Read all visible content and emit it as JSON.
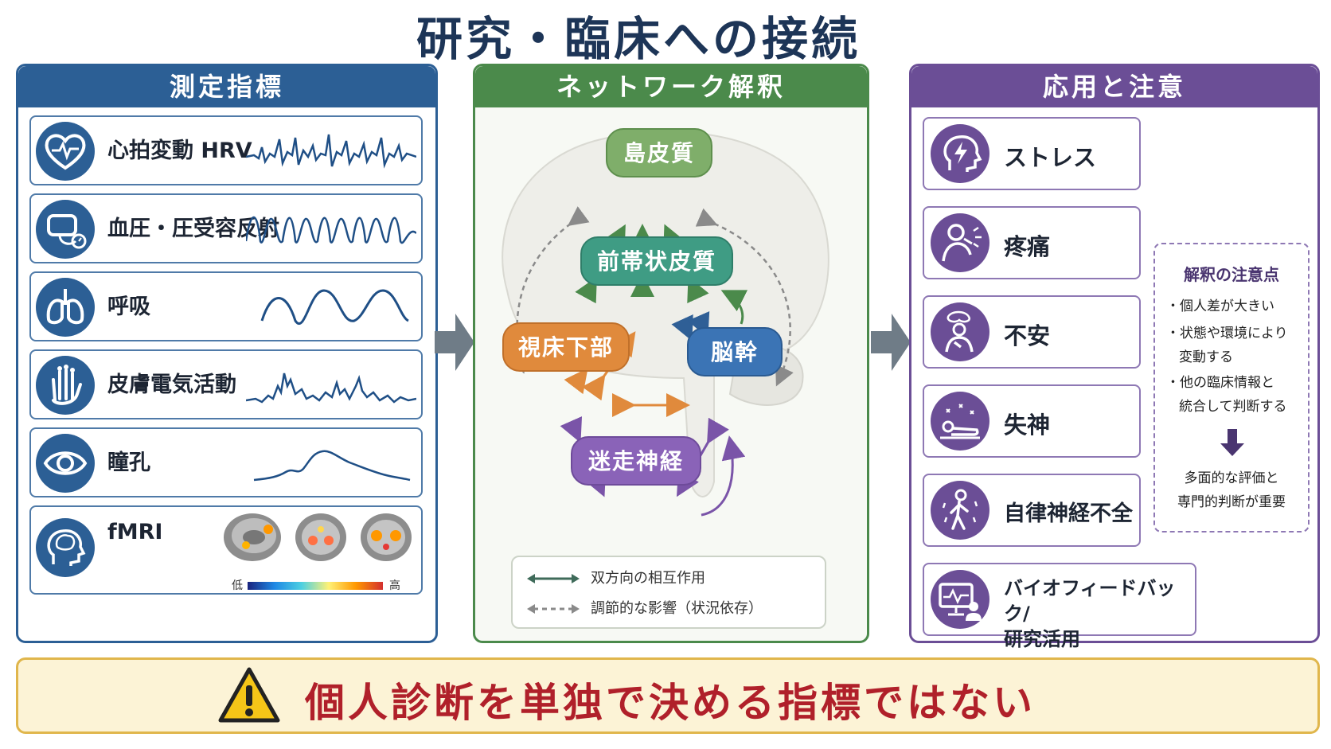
{
  "title": "研究・臨床への接続",
  "left_panel": {
    "header": "測定指標",
    "items": [
      {
        "label": "心拍変動 HRV",
        "icon": "heart-pulse-icon"
      },
      {
        "label": "血圧・圧受容反射",
        "icon": "blood-pressure-cuff-icon"
      },
      {
        "label": "呼吸",
        "icon": "lungs-icon"
      },
      {
        "label": "皮膚電気活動",
        "icon": "hand-electrodes-icon"
      },
      {
        "label": "瞳孔",
        "icon": "eye-icon"
      },
      {
        "label": "fMRI",
        "icon": "head-brain-icon"
      }
    ],
    "colorbar": {
      "low": "低",
      "high": "高"
    }
  },
  "middle_panel": {
    "header": "ネットワーク解釈",
    "nodes": {
      "insula": "島皮質",
      "acc": "前帯状皮質",
      "hypothalamus": "視床下部",
      "brainstem": "脳幹",
      "vagus": "迷走神経"
    },
    "legend": {
      "bidirectional": "双方向の相互作用",
      "modulatory": "調節的な影響（状況依存）"
    }
  },
  "right_panel": {
    "header": "応用と注意",
    "items": [
      {
        "label": "ストレス",
        "icon": "stress-head-icon"
      },
      {
        "label": "疼痛",
        "icon": "pain-neck-icon"
      },
      {
        "label": "不安",
        "icon": "anxiety-person-icon"
      },
      {
        "label": "失神",
        "icon": "fainting-person-icon"
      },
      {
        "label": "自律神経不全",
        "icon": "dizzy-person-icon"
      }
    ],
    "biofeedback": {
      "line1": "バイオフィードバック/",
      "line2": "研究活用",
      "icon": "monitor-user-icon"
    },
    "caution": {
      "title": "解釈の注意点",
      "bullet1": "・個人差が大きい",
      "bullet2a": "・状態や環境により",
      "bullet2b": "変動する",
      "bullet3a": "・他の臨床情報と",
      "bullet3b": "統合して判断する",
      "conclusion1": "多面的な評価と",
      "conclusion2": "専門的判断が重要"
    }
  },
  "banner": {
    "text": "個人診断を単独で決める指標ではない",
    "icon": "warning-triangle-icon"
  },
  "colors": {
    "blue": "#2c5f95",
    "green": "#4b8a4b",
    "purple": "#6b4e96",
    "node_insula": "#7fae6a",
    "node_acc": "#3f9c84",
    "node_hypothalamus": "#e08a3c",
    "node_brainstem": "#3b74b5",
    "node_vagus": "#8a63b8",
    "warning": "#b0202a"
  }
}
